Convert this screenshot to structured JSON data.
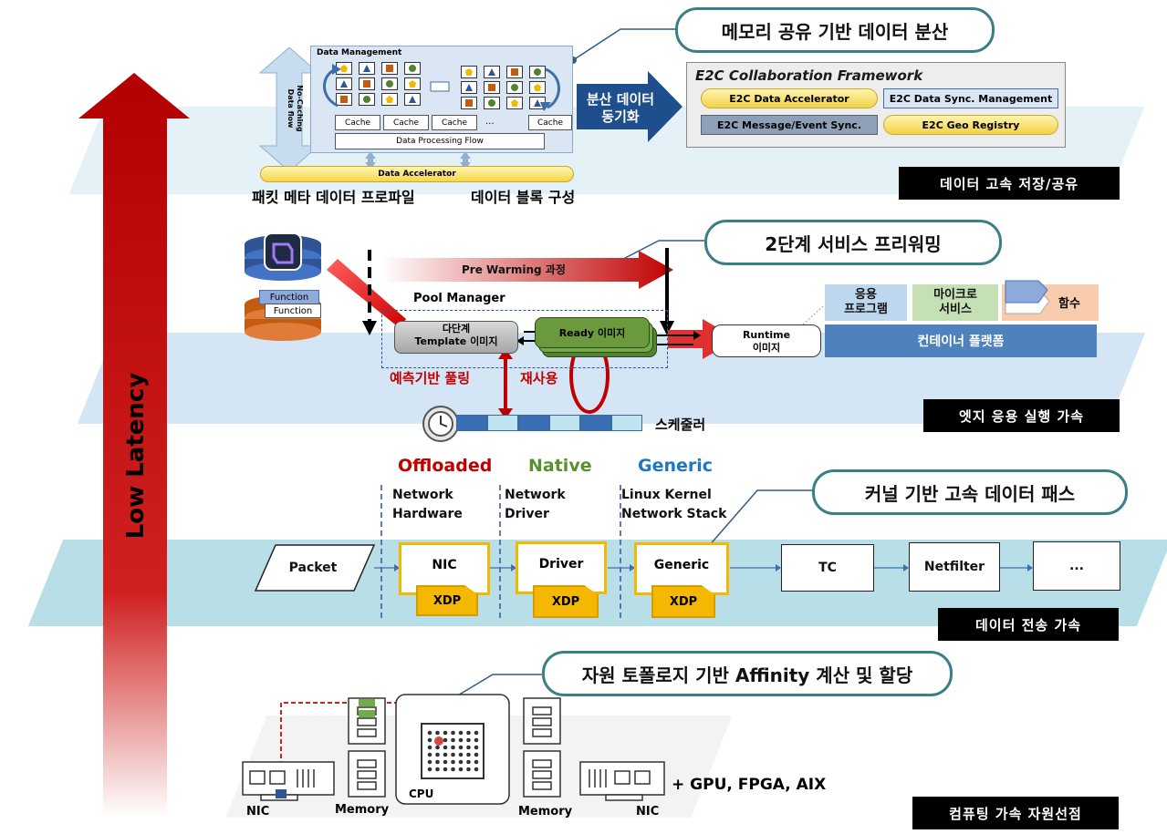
{
  "left_arrow": {
    "label": "Low Latency"
  },
  "layers": {
    "storage": {
      "label": "데이터 고속 저장/공유",
      "callout": "메모리 공유 기반 데이터 분산"
    },
    "edge": {
      "label": "엣지 응용 실행 가속",
      "callout": "2단계 서비스 프리워밍"
    },
    "transfer": {
      "label": "데이터 전송 가속",
      "callout": "커널 기반 고속 데이터 패스"
    },
    "compute": {
      "label": "컴퓨팅 가속 자원선점",
      "callout": "자원 토폴로지 기반 Affinity 계산 및 할당"
    }
  },
  "data_mgmt": {
    "title": "Data Management",
    "no_caching": "No-Caching\nData flow",
    "caches": [
      "Cache",
      "Cache",
      "Cache",
      "...",
      "Cache"
    ],
    "processing_flow": "Data Processing Flow",
    "accelerator": "Data Accelerator",
    "caption_left": "패킷 메타 데이터 프로파일",
    "caption_right": "데이터 블록 구성",
    "sync_arrow": "분산 데이터\n동기화"
  },
  "e2c": {
    "title": "E2C Collaboration Framework",
    "items": [
      "E2C Data Accelerator",
      "E2C Data Sync. Management",
      "E2C Message/Event Sync.",
      "E2C Geo Registry"
    ]
  },
  "edge": {
    "function_labels": [
      "Function",
      "Function"
    ],
    "pre_warming": "Pre Warming 과정",
    "pool_manager": "Pool Manager",
    "template": "다단계\nTemplate 이미지",
    "ready": "Ready 이미지",
    "runtime": "Runtime\n이미지",
    "predictive_pooling": "예측기반 풀링",
    "reuse": "재사용",
    "scheduler": "스케줄러",
    "platform": {
      "app": "응용\n프로그램",
      "micro": "마이크로\n서비스",
      "func": "함수",
      "container": "컨테이너 플랫폼"
    }
  },
  "datapath": {
    "categories": [
      {
        "title": "Offloaded",
        "desc": "Network\nHardware",
        "color": "#c00000"
      },
      {
        "title": "Native",
        "desc": "Network\nDriver",
        "color": "#5a8f2e"
      },
      {
        "title": "Generic",
        "desc": "Linux Kernel\nNetwork Stack",
        "color": "#1f77c4"
      }
    ],
    "packet": "Packet",
    "nodes": [
      "NIC",
      "Driver",
      "Generic"
    ],
    "xdp": "XDP",
    "tail": [
      "TC",
      "Netfilter",
      "..."
    ]
  },
  "compute": {
    "nic_left": "NIC",
    "memory_left": "Memory",
    "cpu": "CPU",
    "memory_right": "Memory",
    "nic_right": "NIC",
    "extra": "+ GPU, FPGA, AIX"
  }
}
